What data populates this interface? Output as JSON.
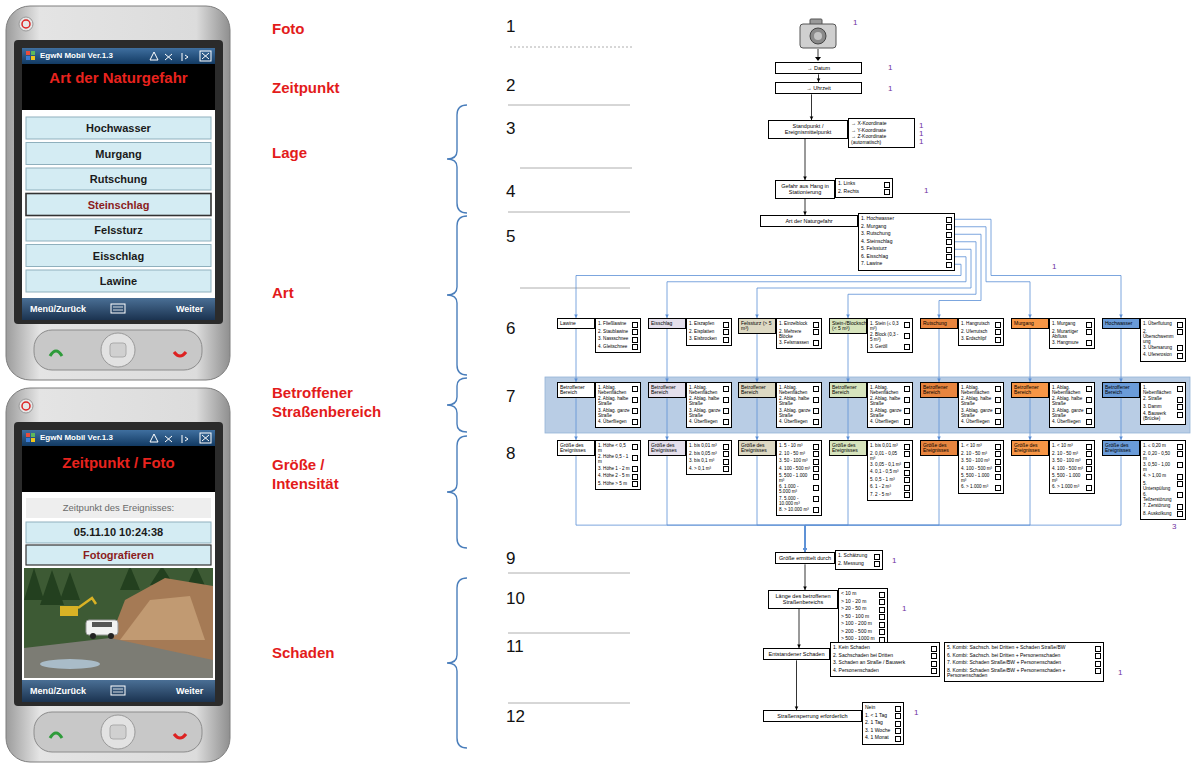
{
  "diagram": {
    "nodes": [
      {
        "text": [
          "→ Datum"
        ]
      },
      {
        "text": [
          "→ Uhrzeit"
        ]
      },
      {
        "text": [
          "Standpunkt / Ereignismittelpunkt"
        ]
      },
      {
        "text": [
          "→ X-Koordinate",
          "→ Y-Koordinate",
          "→ Z-Koordinate (automatisch)"
        ]
      },
      {
        "text": [
          "Gefahr aus Hang in Stationierung"
        ]
      },
      {
        "text": [
          "1. Links",
          "2. Rechts"
        ]
      },
      {
        "text": [
          "Art der Naturgefahr"
        ]
      },
      {
        "text": [
          "1. Hochwasser",
          "2. Murgang",
          "3. Rutschung",
          "4. Steinschlag",
          "5. Felssturz",
          "6. Eisschlag",
          "7. Lawine"
        ]
      },
      {
        "text": [
          "Lawine"
        ]
      },
      {
        "text": [
          "1. Fließlawine",
          "2. Staublawine",
          "3. Nassschnee",
          "4. Gleitschnee"
        ]
      },
      {
        "text": [
          "Eisschlag"
        ]
      },
      {
        "text": [
          "1. Eiszapfen",
          "2. Eisplatten",
          "3. Eisbrocken"
        ]
      },
      {
        "text": [
          "Felssturz (> 5 m³)"
        ]
      },
      {
        "text": [
          "1. Einzelblock",
          "2. Mehrere Blöcke",
          "3. Felsmassen"
        ]
      },
      {
        "text": [
          "Stein-/Blockschlag (< 5 m³)"
        ]
      },
      {
        "text": [
          "1. Stein (≤ 0,3 m³)",
          "2. Block (0,3 - 5 m³)",
          "3. Geröll"
        ]
      },
      {
        "text": [
          "Rutschung"
        ]
      },
      {
        "text": [
          "1. Hangrutsch",
          "2. Uferrutsch",
          "3. Erdschlipf"
        ]
      },
      {
        "text": [
          "Murgang"
        ]
      },
      {
        "text": [
          "1. Murgang",
          "2. Murartiger Abfluss",
          "3. Hangmure"
        ]
      },
      {
        "text": [
          "Hochwasser"
        ]
      },
      {
        "text": [
          "1. Überflutung",
          "2. Überschwemmung",
          "3. Übersarung",
          "4. Ufererosion"
        ]
      },
      {
        "text": [
          "Betroffener Bereich"
        ]
      },
      {
        "text": [
          "1. Ablag. Nebenflächen",
          "2. Ablag. halbe Straße",
          "3. Ablag. ganze Straße",
          "4. Überfliegen"
        ]
      },
      {
        "text": [
          "Betroffener Bereich"
        ]
      },
      {
        "text": [
          "1. Ablag. Nebenflächen",
          "2. Ablag. halbe Straße",
          "3. Ablag. ganze Straße",
          "4. Überfliegen"
        ]
      },
      {
        "text": [
          "Betroffener Bereich"
        ]
      },
      {
        "text": [
          "1. Ablag. Nebenflächen",
          "2. Ablag. halbe Straße",
          "3. Ablag. ganze Straße",
          "4. Überfliegen"
        ]
      },
      {
        "text": [
          "Betroffener Bereich"
        ]
      },
      {
        "text": [
          "1. Ablag. Nebenflächen",
          "2. Ablag. halbe Straße",
          "3. Ablag. ganze Straße",
          "4. Überfliegen"
        ]
      },
      {
        "text": [
          "Betroffener Bereich"
        ]
      },
      {
        "text": [
          "1. Ablag. Nebenflächen",
          "2. Ablag. halbe Straße",
          "3. Ablag. ganze Straße",
          "4. Überfliegen"
        ]
      },
      {
        "text": [
          "Betroffener Bereich"
        ]
      },
      {
        "text": [
          "1. Ablag. Nebenflächen",
          "2. Ablag. halbe Straße",
          "3. Ablag. ganze Straße",
          "4. Überfliegen"
        ]
      },
      {
        "text": [
          "Betroffener Bereich"
        ]
      },
      {
        "text": [
          "1. Nebenflächen",
          "2. Straße",
          "3. Damm",
          "4. Bauwerk (Brücke)"
        ]
      },
      {
        "text": [
          "Größe des Ereignisses"
        ]
      },
      {
        "text": [
          "1. Höhe < 0,5 m",
          "2. Höhe 0,5 - 1 m",
          "3. Höhe 1 - 2 m",
          "4. Höhe 2 - 5 m",
          "5. Höhe > 5 m"
        ]
      },
      {
        "text": [
          "Größe des Ereignisses"
        ]
      },
      {
        "text": [
          "1. bis 0,01 m³",
          "2. bis 0,05 m³",
          "3. bis 0,1 m³",
          "4. > 0,1 m³"
        ]
      },
      {
        "text": [
          "Größe des Ereignisses"
        ]
      },
      {
        "text": [
          "1. 5 - 10 m³",
          "2. 10 - 50 m³",
          "3. 50 - 100 m³",
          "4. 100 - 500 m³",
          "5. 500 - 1.000 m³",
          "6. 1.000 - 5.000 m³",
          "7. 5.000 - 10.000 m³",
          "8. > 10.000 m³"
        ]
      },
      {
        "text": [
          "Größe des Ereignisses"
        ]
      },
      {
        "text": [
          "1. bis 0,01 m³",
          "2. 0,01 - 0,05 m³",
          "3. 0,05 - 0,1 m³",
          "4. 0,1 - 0,5 m³",
          "5. 0,5 - 1 m³",
          "6. 1 - 2 m³",
          "7. 2 - 5 m³"
        ]
      },
      {
        "text": [
          "Größe des Ereignisses"
        ]
      },
      {
        "text": [
          "1. < 10 m³",
          "2. 10 - 50 m³",
          "3. 50 - 100 m³",
          "4. 100 - 500 m³",
          "5. 500 - 1.000 m³",
          "6. > 1.000 m³"
        ]
      },
      {
        "text": [
          "Größe des Ereignisses"
        ]
      },
      {
        "text": [
          "1. < 10 m³",
          "2. 10 - 50 m³",
          "3. 50 - 100 m³",
          "4. 100 - 500 m³",
          "5. 500 - 1.000 m³",
          "6. > 1.000 m³"
        ]
      },
      {
        "text": [
          "Größe des Ereignisses"
        ]
      },
      {
        "text": [
          "1. ≤ 0,20 m",
          "2. 0,20 - 0,50 m",
          "3. 0,50 - 1,00 m",
          "4. > 1,00 m",
          "5. Unterspülung",
          "6. Teilzerstörung",
          "7. Zerstörung",
          "8. Auskolkung"
        ]
      },
      {
        "text": [
          "Größe ermittelt durch"
        ]
      },
      {
        "text": [
          "1. Schätzung",
          "2. Messung"
        ]
      },
      {
        "text": [
          "Länge des betroffenen Straßenbereichs"
        ]
      },
      {
        "text": [
          "< 10 m",
          "> 10 - 20 m",
          "> 20 - 50 m",
          "> 50 - 100 m",
          "> 100 - 200 m",
          "> 200 - 500 m",
          "> 500 - 1000 m"
        ]
      },
      {
        "text": [
          "Entstandener Schaden"
        ]
      },
      {
        "text": [
          "1. Kein Schaden",
          "2. Sachschaden bei Dritten",
          "3. Schaden an Straße / Bauwerk",
          "4. Personenschaden"
        ]
      },
      {
        "text": [
          "5. Kombi: Sachsch. bei Dritten + Schaden Straße/BW",
          "6. Kombi: Sachsch. bei Dritten + Personenschaden",
          "7. Kombi: Schaden Straße/BW + Personenschaden",
          "8. Kombi: Schaden Straße/BW + Personenschaden + Personenschaden"
        ]
      },
      {
        "text": [
          "Straßensperrung erforderlich"
        ]
      },
      {
        "text": [
          "Nein",
          "1. < 1 Tag",
          "2. 1 Tag",
          "3. 1 Woche",
          "4. 1 Monat"
        ]
      }
    ],
    "edges": [
      {
        "from": 0,
        "to": 1,
        "arrow": "to"
      },
      {
        "from": 1,
        "to": 2,
        "arrow": "to"
      },
      {
        "from": 2,
        "to": 4,
        "arrow": "to"
      },
      {
        "from": 4,
        "to": 6,
        "arrow": "to"
      },
      {
        "from": 7,
        "to": 20,
        "arrow": "to"
      },
      {
        "from": 7,
        "to": 18,
        "arrow": "to"
      },
      {
        "from": 7,
        "to": 16,
        "arrow": "to"
      },
      {
        "from": 7,
        "to": 14,
        "arrow": "to"
      },
      {
        "from": 7,
        "to": 12,
        "arrow": "to"
      },
      {
        "from": 7,
        "to": 10,
        "arrow": "to"
      },
      {
        "from": 7,
        "to": 8,
        "arrow": "to"
      },
      {
        "from": 8,
        "to": 22,
        "arrow": "to"
      },
      {
        "from": 10,
        "to": 24,
        "arrow": "to"
      },
      {
        "from": 12,
        "to": 26,
        "arrow": "to"
      },
      {
        "from": 14,
        "to": 28,
        "arrow": "to"
      },
      {
        "from": 16,
        "to": 30,
        "arrow": "to"
      },
      {
        "from": 18,
        "to": 32,
        "arrow": "to"
      },
      {
        "from": 20,
        "to": 34,
        "arrow": "to"
      },
      {
        "from": 22,
        "to": 36,
        "arrow": "to"
      },
      {
        "from": 24,
        "to": 38,
        "arrow": "to"
      },
      {
        "from": 26,
        "to": 40,
        "arrow": "to"
      },
      {
        "from": 28,
        "to": 42,
        "arrow": "to"
      },
      {
        "from": 30,
        "to": 44,
        "arrow": "to"
      },
      {
        "from": 32,
        "to": 46,
        "arrow": "to"
      },
      {
        "from": 34,
        "to": 48,
        "arrow": "to"
      },
      {
        "from": 36,
        "to": 50,
        "arrow": "to"
      },
      {
        "from": 38,
        "to": 50,
        "arrow": "to"
      },
      {
        "from": 40,
        "to": 50,
        "arrow": "to"
      },
      {
        "from": 42,
        "to": 50,
        "arrow": "to"
      },
      {
        "from": 44,
        "to": 50,
        "arrow": "to"
      },
      {
        "from": 46,
        "to": 50,
        "arrow": "to"
      },
      {
        "from": 48,
        "to": 50,
        "arrow": "to"
      },
      {
        "from": 50,
        "to": 52,
        "arrow": "to"
      },
      {
        "from": 52,
        "to": 54,
        "arrow": "to"
      },
      {
        "from": 54,
        "to": 57,
        "arrow": "to"
      }
    ],
    "labels": [
      "EgwN Mobil Ver.1.3",
      "Art der Naturgefahr",
      "Hochwasser",
      "Murgang",
      "Rutschung",
      "Steinschlag",
      "Felssturz",
      "Eisschlag",
      "Lawine",
      "Menü/Zurück",
      "Weiter",
      "EgwN Mobil Ver.1.3",
      "Zeitpunkt / Foto",
      "Zeitpunkt des Ereignisses:",
      "05.11.10 10:24:38",
      "Fotografieren",
      "Menü/Zurück",
      "Weiter",
      "Foto",
      "Zeitpunkt",
      "Lage",
      "Art",
      "Betroffener Straßenbereich",
      "Größe / Intensität",
      "Schaden",
      "1",
      "2",
      "3",
      "4",
      "5",
      "6",
      "7",
      "8",
      "9",
      "10",
      "11",
      "12",
      "1",
      "1",
      "1",
      "1",
      "1",
      "1",
      "1",
      "1",
      "3",
      "1",
      "1",
      "1",
      "1"
    ]
  }
}
